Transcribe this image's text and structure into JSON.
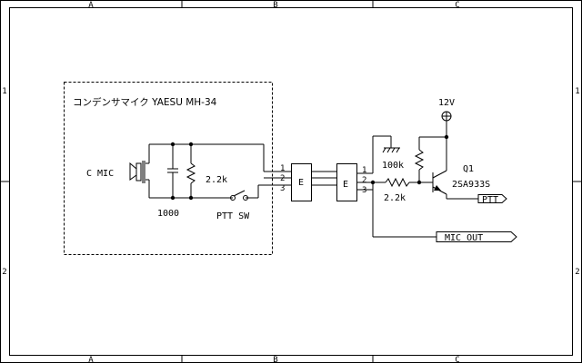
{
  "frame": {
    "columns": [
      "A",
      "B",
      "C"
    ],
    "rows": [
      "1",
      "2"
    ]
  },
  "mic_unit": {
    "title": "コンデンサマイク YAESU MH-34",
    "mic_label": "C MIC",
    "cap_value": "1000",
    "res_value": "2.2k",
    "switch_label": "PTT SW"
  },
  "connector_left": {
    "label": "E",
    "pins": [
      "1",
      "2",
      "3"
    ]
  },
  "connector_right": {
    "label": "E",
    "pins": [
      "1",
      "2",
      "3"
    ]
  },
  "circuit": {
    "supply": "12V",
    "r_pullup": "100k",
    "r_base": "2.2k",
    "transistor_ref": "Q1",
    "transistor_part": "2SA933S",
    "out_ptt": "PTT",
    "out_mic": "MIC OUT"
  }
}
